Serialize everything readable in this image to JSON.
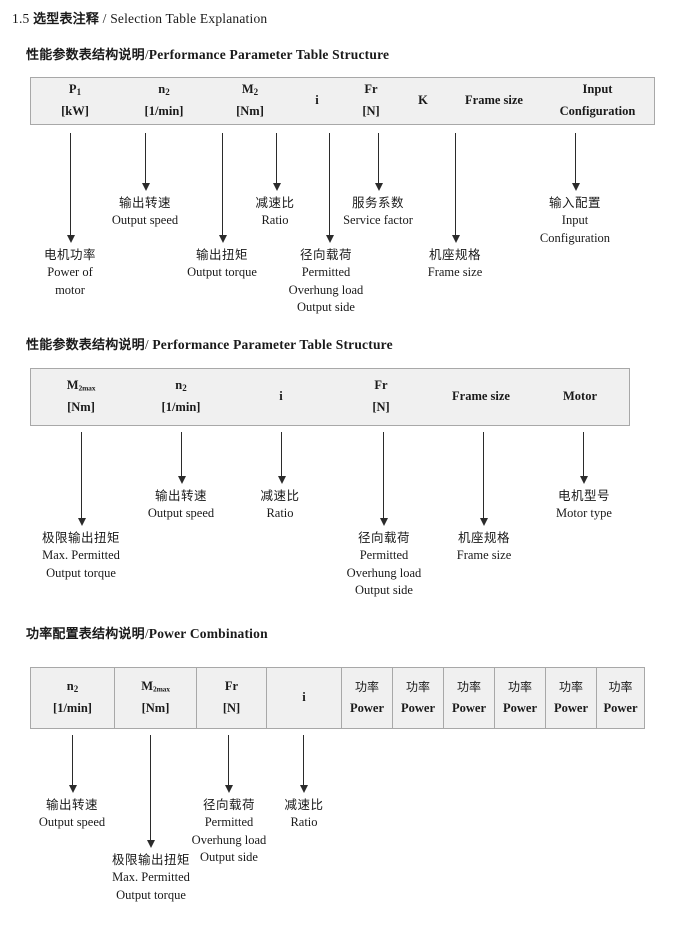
{
  "page": {
    "heading": {
      "number": "1.5",
      "cn": "选型表注释",
      "sep": "/",
      "en": "Selection Table Explanation"
    }
  },
  "sections": [
    {
      "title": {
        "cn": "性能参数表结构说明",
        "sep": "/",
        "en": "Performance Parameter Table Structure"
      },
      "table": {
        "columns": [
          {
            "line1": "P",
            "sub1": "1",
            "line2": "[kW]"
          },
          {
            "line1": "n",
            "sub1": "2",
            "line2": "[1/min]"
          },
          {
            "line1": "M",
            "sub1": "2",
            "line2": "[Nm]"
          },
          {
            "line1": "i",
            "sub1": "",
            "line2": ""
          },
          {
            "line1": "Fr",
            "sub1": "",
            "line2": "[N]"
          },
          {
            "line1": "K",
            "sub1": "",
            "line2": ""
          },
          {
            "line1": "Frame size",
            "sub1": "",
            "line2": ""
          },
          {
            "line1": "Input",
            "sub1": "",
            "line2": "Configuration"
          }
        ]
      },
      "annotations": [
        {
          "cn": "电机功率",
          "en": [
            "Power of",
            "motor"
          ]
        },
        {
          "cn": "输出转速",
          "en": [
            "Output speed"
          ]
        },
        {
          "cn": "输出扭矩",
          "en": [
            "Output torque"
          ]
        },
        {
          "cn": "减速比",
          "en": [
            "Ratio"
          ]
        },
        {
          "cn": "径向载荷",
          "en": [
            "Permitted",
            "Overhung load",
            "Output side"
          ]
        },
        {
          "cn": "服务系数",
          "en": [
            "Service factor"
          ]
        },
        {
          "cn": "机座规格",
          "en": [
            "Frame size"
          ]
        },
        {
          "cn": "输入配置",
          "en": [
            "Input",
            "Configuration"
          ]
        }
      ]
    },
    {
      "title": {
        "cn": "性能参数表结构说明",
        "sep": "/",
        "en": "Performance Parameter Table Structure"
      },
      "table": {
        "columns": [
          {
            "line1": "M",
            "sub1": "2max",
            "line2": "[Nm]"
          },
          {
            "line1": "n",
            "sub1": "2",
            "line2": "[1/min]"
          },
          {
            "line1": "i",
            "sub1": "",
            "line2": ""
          },
          {
            "line1": "Fr",
            "sub1": "",
            "line2": "[N]"
          },
          {
            "line1": "Frame size",
            "sub1": "",
            "line2": ""
          },
          {
            "line1": "Motor",
            "sub1": "",
            "line2": ""
          }
        ]
      },
      "annotations": [
        {
          "cn": "极限输出扭矩",
          "en": [
            "Max. Permitted",
            "Output  torque"
          ]
        },
        {
          "cn": "输出转速",
          "en": [
            "Output speed"
          ]
        },
        {
          "cn": "减速比",
          "en": [
            "Ratio"
          ]
        },
        {
          "cn": "径向载荷",
          "en": [
            "Permitted",
            "Overhung load",
            "Output side"
          ]
        },
        {
          "cn": "机座规格",
          "en": [
            "Frame size"
          ]
        },
        {
          "cn": "电机型号",
          "en": [
            "Motor type"
          ]
        }
      ]
    },
    {
      "title": {
        "cn": "功率配置表结构说明",
        "sep": "/",
        "en": "Power Combination"
      },
      "table": {
        "columns": [
          {
            "line1": "n",
            "sub1": "2",
            "line2": "[1/min]"
          },
          {
            "line1": "M",
            "sub1": "2max",
            "line2": "[Nm]"
          },
          {
            "line1": "Fr",
            "sub1": "",
            "line2": "[N]"
          },
          {
            "line1": "i",
            "sub1": "",
            "line2": ""
          },
          {
            "line1": "功率",
            "sub1": "",
            "line2": "Power"
          },
          {
            "line1": "功率",
            "sub1": "",
            "line2": "Power"
          },
          {
            "line1": "功率",
            "sub1": "",
            "line2": "Power"
          },
          {
            "line1": "功率",
            "sub1": "",
            "line2": "Power"
          },
          {
            "line1": "功率",
            "sub1": "",
            "line2": "Power"
          },
          {
            "line1": "功率",
            "sub1": "",
            "line2": "Power"
          }
        ]
      },
      "annotations": [
        {
          "cn": "输出转速",
          "en": [
            "Output speed"
          ]
        },
        {
          "cn": "极限输出扭矩",
          "en": [
            "Max. Permitted",
            "Output  torque"
          ]
        },
        {
          "cn": "径向载荷",
          "en": [
            "Permitted",
            "Overhung load",
            "Output side"
          ]
        },
        {
          "cn": "减速比",
          "en": [
            "Ratio"
          ]
        }
      ]
    }
  ]
}
